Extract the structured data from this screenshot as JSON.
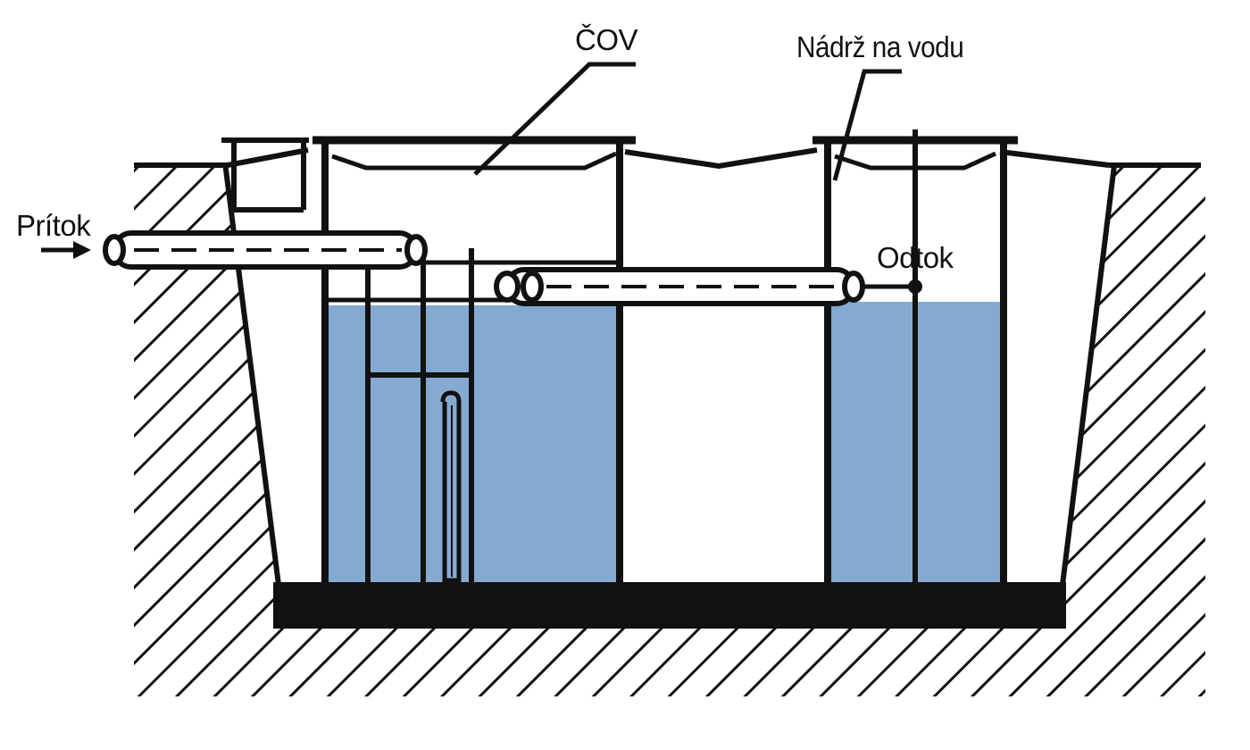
{
  "labels": {
    "inflow": "Prítok",
    "treatment_plant": "ČOV",
    "water_tank": "Nádrž na vodu",
    "outflow": "Odtok"
  },
  "colors": {
    "water": "#85aad2",
    "line": "#111111",
    "background": "#ffffff"
  },
  "icons": {
    "inflow_arrow": "arrow-right-icon",
    "hatch": "soil-hatch-pattern"
  }
}
